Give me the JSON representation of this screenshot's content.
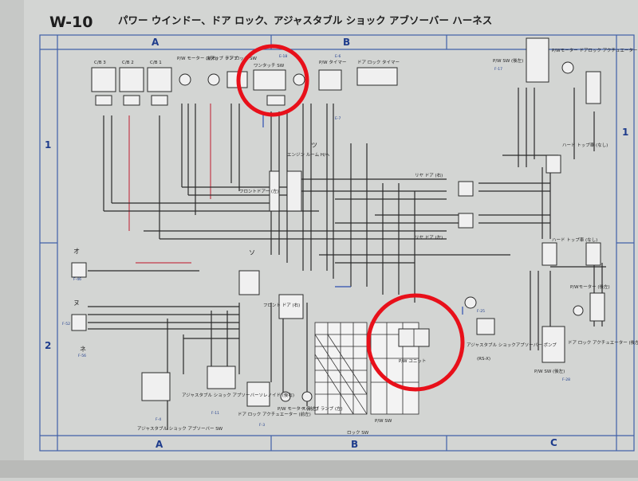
{
  "header": {
    "code": "W-10",
    "title": "パワー ウインドー、ドア ロック、アジャスタブル ショック アブソーバー ハーネス"
  },
  "grid": {
    "cols": [
      "A",
      "B",
      "C"
    ],
    "rows": [
      "1",
      "2"
    ]
  },
  "markers": [
    "オ",
    "ソ",
    "ツ",
    "ヌ",
    "ネ"
  ],
  "top_labels": {
    "cb3": "C/B 3",
    "cb2": "C/B 2",
    "cb1": "C/B 1",
    "pw_motor_fr": "P/W モーター (前右)",
    "step_lamp": "ステップ ランプ",
    "door_lock_sw": "ドア ロック SW",
    "one_touch_sw": "ワンタッチ SW",
    "pw_timer": "P/W タイマー",
    "door_lock_timer": "ドア ロック タイマー",
    "pw_sw_rl": "P/W SW (後左)",
    "pw_motor_door_lock": "P/Wモーター ドアロック アクチュエーター (後右)",
    "engine_room": "エンジン ルーム H/へ",
    "hard_top_none": "ハード トップ車 (なし)"
  },
  "mid_labels": {
    "rear_door_r": "リヤ ドア (右)",
    "rear_door_l": "リヤ ドア (左)",
    "front_door_l": "フロントドアー (左)",
    "front_door_r": "フロント ドア (右)",
    "hard_top_none2": "ハード トップ車 (なし)"
  },
  "bottom_labels": {
    "pw_unit": "P/W ユニット",
    "adj_shock_pump": "アジャスタブル ショックアブソーバー ポンプ",
    "rs_x": "(RS-X)",
    "adj_shock_solenoid": "アジャスタブル ショック アブソーバーソレノイド (後右)",
    "adj_shock_sw": "アジャスタブル ショック アブソーバー SW",
    "door_lock_actuator_fl": "ドア ロック アクチュエーター (前左)",
    "pw_motor_fl": "P/W モーター (前左)",
    "step_lamp_l": "ステップ ランプ (左)",
    "pw_sw": "P/W SW",
    "lock_sw": "ロック SW",
    "pw_sw_rl2": "P/W SW (後左)",
    "pw_motor_rl": "P/Wモーター (後左)",
    "door_lock_actuator_rl": "ドア ロック アクチュエーター (後左)"
  },
  "connector_codes": [
    "F-17",
    "F-46",
    "F-52",
    "F-56",
    "E-18",
    "E-6",
    "E-7",
    "F-25",
    "F-28",
    "F-3",
    "F-11",
    "F-4"
  ],
  "wire_colors": {
    "black": "#2a2a2a",
    "red": "#c33a4a",
    "blue": "#2d4fb0",
    "grey": "#888888"
  },
  "annotation_circles": {
    "color": "#e8101a"
  }
}
